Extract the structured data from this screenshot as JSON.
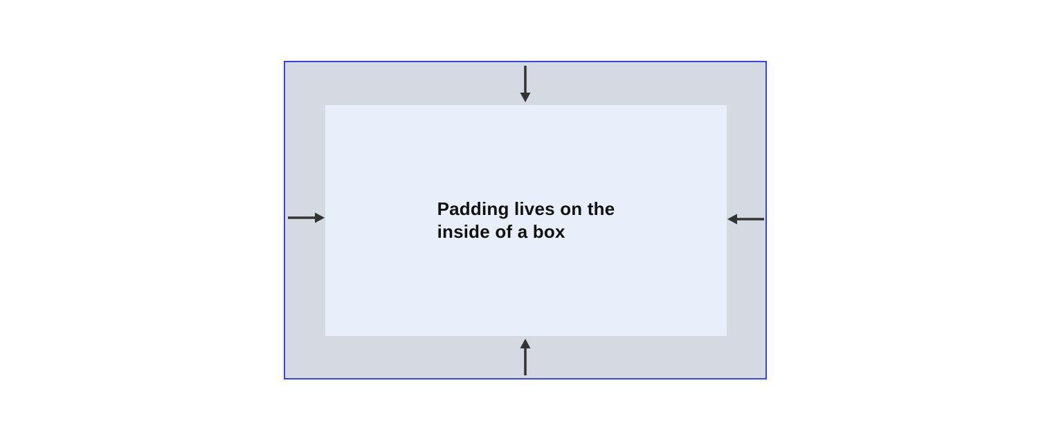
{
  "diagram": {
    "label": "Padding lives on the inside of a box",
    "label_lines": [
      "Padding lives on the",
      "inside of a box"
    ],
    "regions": {
      "outer_box": "padding-area",
      "inner_box": "content-area"
    },
    "arrows": [
      {
        "icon": "arrow-down-icon",
        "side": "top",
        "direction": "inward"
      },
      {
        "icon": "arrow-left-icon",
        "side": "right",
        "direction": "inward"
      },
      {
        "icon": "arrow-up-icon",
        "side": "bottom",
        "direction": "inward"
      },
      {
        "icon": "arrow-right-icon",
        "side": "left",
        "direction": "inward"
      }
    ]
  },
  "colors": {
    "page_bg": "#ffffff",
    "border": "#3642f0",
    "padding_bg": "#d4d9e2",
    "content_bg": "#e9eefb",
    "arrow": "#333333",
    "text": "#111111"
  }
}
